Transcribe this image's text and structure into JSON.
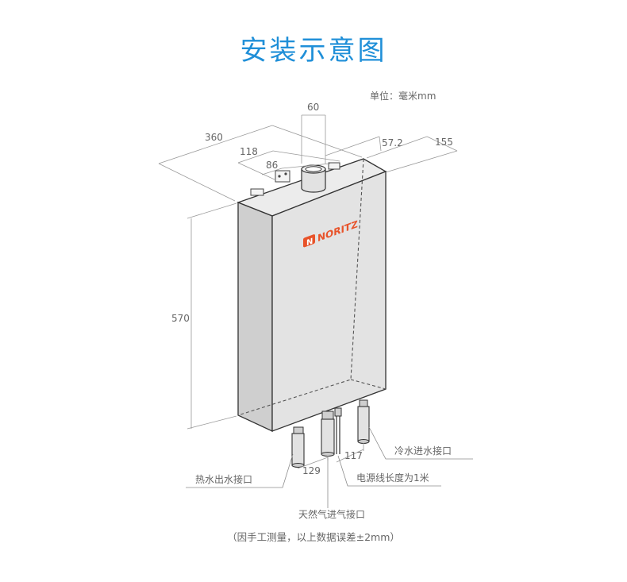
{
  "title": "安装示意图",
  "unit_label": "单位：毫米mm",
  "brand": "NORITZ",
  "brand_badge": "N",
  "dimensions": {
    "flue_diameter": "60",
    "width": "360",
    "mount_spacing": "118",
    "inner_spacing": "86",
    "flue_offset": "57.2",
    "depth": "155",
    "height": "570",
    "pipe_spacing_right": "117",
    "pipe_spacing_left": "129"
  },
  "labels": {
    "cold_water_inlet": "冷水进水接口",
    "hot_water_outlet": "热水出水接口",
    "power_cord": "电源线长度为1米",
    "gas_inlet": "天然气进气接口"
  },
  "note": "（因手工测量，以上数据误差±2mm）",
  "colors": {
    "title": "#1f8fd8",
    "brand": "#e8532a",
    "body_front": "#e2e2e2",
    "body_side": "#cdcdcd",
    "body_top": "#ececec"
  }
}
